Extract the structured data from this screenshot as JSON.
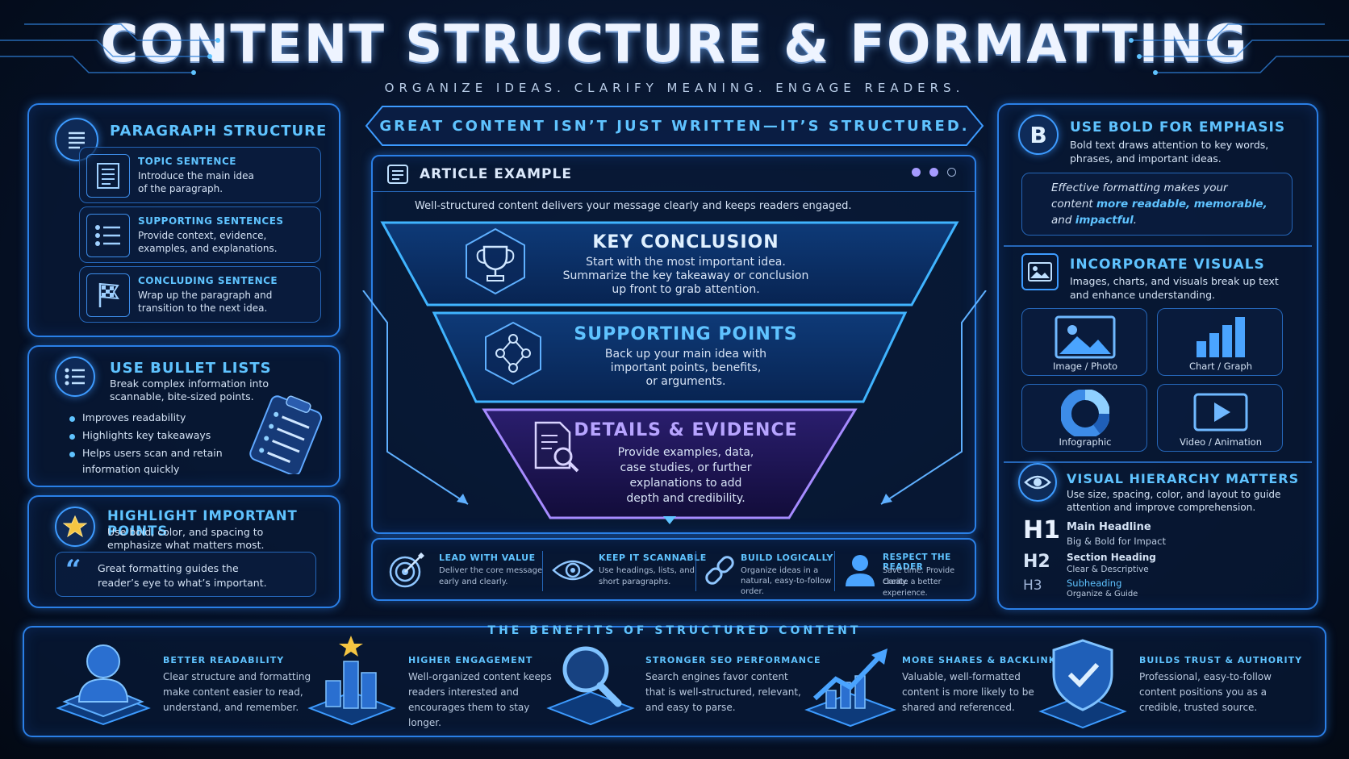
{
  "header": {
    "title": "CONTENT STRUCTURE & FORMATTING",
    "subtitle": "ORGANIZE IDEAS. CLARIFY MEANING. ENGAGE READERS."
  },
  "banner": "GREAT CONTENT ISN’T JUST WRITTEN—IT’S STRUCTURED.",
  "paragraph_structure": {
    "title": "PARAGRAPH STRUCTURE",
    "items": [
      {
        "title": "TOPIC SENTENCE",
        "desc_1": "Introduce the main idea",
        "desc_2": "of the paragraph.",
        "icon": "document-icon"
      },
      {
        "title": "SUPPORTING SENTENCES",
        "desc_1": "Provide context, evidence,",
        "desc_2": "examples, and explanations.",
        "icon": "list-icon"
      },
      {
        "title": "CONCLUDING SENTENCE",
        "desc_1": "Wrap up the paragraph and",
        "desc_2": "transition to the next idea.",
        "icon": "flag-icon"
      }
    ]
  },
  "bullet_lists": {
    "title": "USE BULLET LISTS",
    "desc_1": "Break complex information into",
    "desc_2": "scannable, bite-sized points.",
    "bullets": [
      "Improves readability",
      "Highlights key takeaways",
      "Helps users scan and retain",
      "information quickly"
    ]
  },
  "highlight": {
    "title": "HIGHLIGHT IMPORTANT POINTS",
    "desc_1": "Use bold, color, and spacing to",
    "desc_2": "emphasize what matters most.",
    "quote_1": "Great formatting guides the",
    "quote_2": "reader’s eye to what’s important."
  },
  "article": {
    "title": "ARTICLE EXAMPLE",
    "intro": "Well-structured content delivers your message clearly and keeps readers engaged.",
    "tiers": [
      {
        "title": "KEY CONCLUSION",
        "lines": [
          "Start with the most important idea.",
          "Summarize the key takeaway or conclusion",
          "up front to grab attention."
        ]
      },
      {
        "title": "SUPPORTING POINTS",
        "lines": [
          "Back up your main idea with",
          "important points, benefits,",
          "or arguments."
        ]
      },
      {
        "title": "DETAILS & EVIDENCE",
        "lines": [
          "Provide examples, data,",
          "case studies, or further",
          "explanations to add",
          "depth and credibility."
        ]
      }
    ]
  },
  "tips": [
    {
      "title": "LEAD WITH VALUE",
      "desc_1": "Deliver the core message",
      "desc_2": "early and clearly.",
      "desc_3": ""
    },
    {
      "title": "KEEP IT SCANNABLE",
      "desc_1": "Use headings, lists, and",
      "desc_2": "short paragraphs.",
      "desc_3": ""
    },
    {
      "title": "BUILD LOGICALLY",
      "desc_1": "Organize ideas in a",
      "desc_2": "natural, easy-to-follow",
      "desc_3": "order."
    },
    {
      "title": "RESPECT THE READER",
      "desc_1": "Save time. Provide clarity.",
      "desc_2": "Create a better experience.",
      "desc_3": ""
    }
  ],
  "bold": {
    "title": "USE BOLD FOR EMPHASIS",
    "desc_1": "Bold text draws attention to key words,",
    "desc_2": "phrases, and important ideas.",
    "example_1": "Effective formatting makes your",
    "example_2a": "content ",
    "example_2b": "more readable, memorable,",
    "example_3a": "and ",
    "example_3b": "impactful",
    "example_3c": "."
  },
  "visuals": {
    "title": "INCORPORATE VISUALS",
    "desc_1": "Images, charts, and visuals break up text",
    "desc_2": "and enhance understanding.",
    "tiles": [
      "Image / Photo",
      "Chart / Graph",
      "Infographic",
      "Video / Animation"
    ]
  },
  "hierarchy": {
    "title": "VISUAL HIERARCHY MATTERS",
    "desc_1": "Use size, spacing, color, and layout to guide",
    "desc_2": "attention and improve comprehension.",
    "levels": [
      {
        "tag": "H1",
        "name": "Main Headline",
        "desc": "Big & Bold for Impact"
      },
      {
        "tag": "H2",
        "name": "Section Heading",
        "desc": "Clear & Descriptive"
      },
      {
        "tag": "H3",
        "name": "Subheading",
        "desc": "Organize & Guide"
      }
    ]
  },
  "benefits": {
    "title": "THE BENEFITS OF STRUCTURED CONTENT",
    "items": [
      {
        "title": "BETTER READABILITY",
        "lines": [
          "Clear structure and formatting",
          "make content easier to read,",
          "understand, and remember."
        ]
      },
      {
        "title": "HIGHER ENGAGEMENT",
        "lines": [
          "Well-organized content keeps",
          "readers interested and",
          "encourages them to stay",
          "longer."
        ]
      },
      {
        "title": "STRONGER SEO PERFORMANCE",
        "lines": [
          "Search engines favor content",
          "that is well-structured, relevant,",
          "and easy to parse."
        ]
      },
      {
        "title": "MORE SHARES & BACKLINKS",
        "lines": [
          "Valuable, well-formatted",
          "content is more likely to be",
          "shared and referenced."
        ]
      },
      {
        "title": "BUILDS TRUST & AUTHORITY",
        "lines": [
          "Professional, easy-to-follow",
          "content positions you as a",
          "credible, trusted source."
        ]
      }
    ]
  },
  "colors": {
    "accent": "#5fc3ff",
    "panel_border": "#2a7fe6",
    "purple": "#a68bff",
    "star": "#f5c542"
  }
}
